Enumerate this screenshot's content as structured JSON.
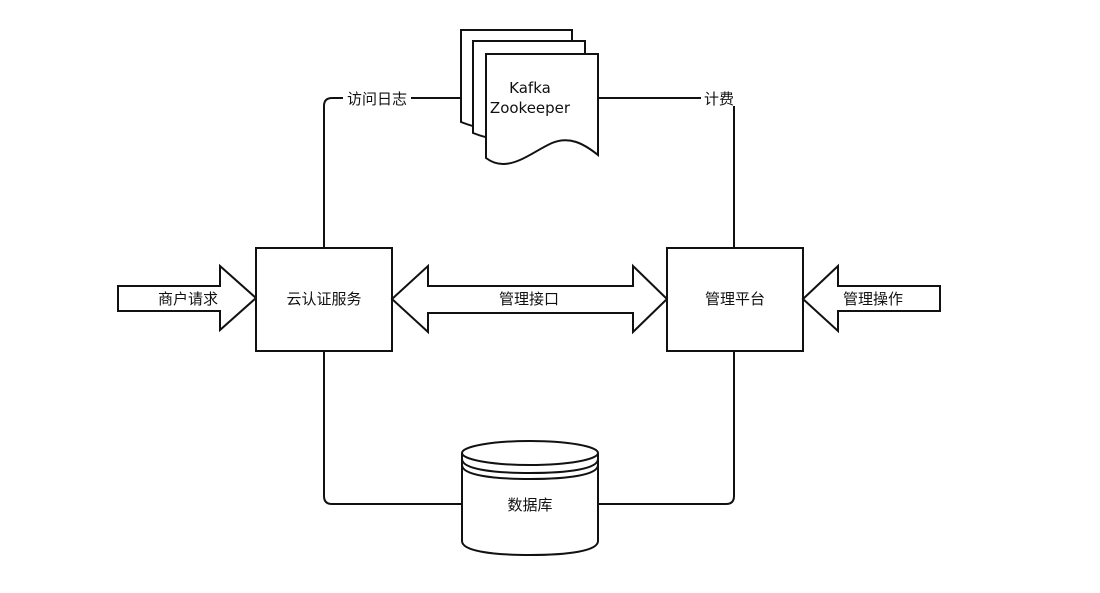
{
  "diagram": {
    "labels": {
      "merchant_request": "商户请求",
      "cloud_auth_service": "云认证服务",
      "management_interface": "管理接口",
      "management_platform": "管理平台",
      "management_operation": "管理操作",
      "access_log": "访问日志",
      "billing": "计费",
      "kafka": "Kafka",
      "zookeeper": "Zookeeper",
      "database": "数据库"
    }
  }
}
